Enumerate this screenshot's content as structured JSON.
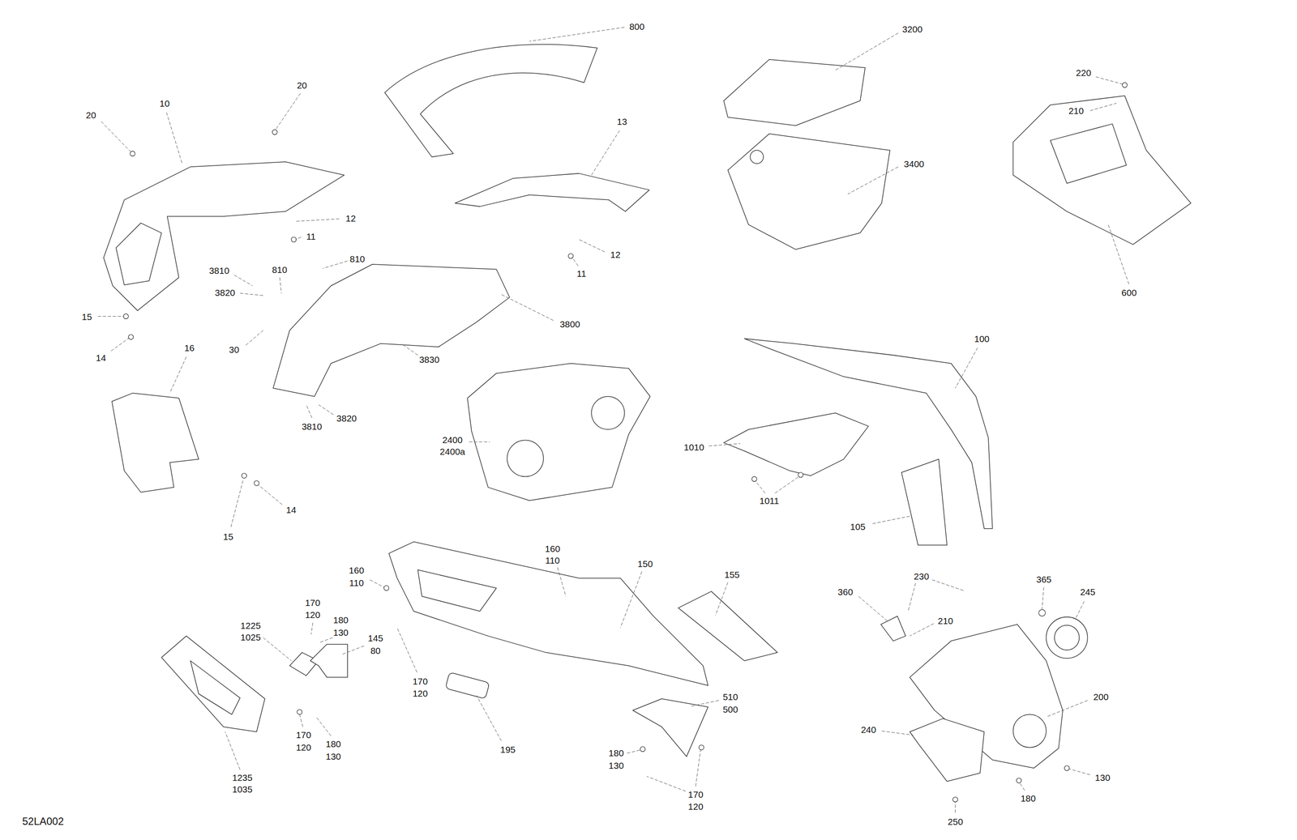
{
  "diagram": {
    "labels": [
      "800",
      "3200",
      "220",
      "20",
      "10",
      "20",
      "210",
      "13",
      "3400",
      "12",
      "11",
      "12",
      "810",
      "3810",
      "810",
      "11",
      "600",
      "3820",
      "15",
      "3800",
      "100",
      "16",
      "30",
      "14",
      "3830",
      "3820",
      "3810",
      "2400",
      "2400a",
      "1010",
      "1011",
      "14",
      "105",
      "15",
      "160",
      "110",
      "150",
      "160",
      "110",
      "155",
      "230",
      "365",
      "360",
      "245",
      "170",
      "120",
      "180",
      "130",
      "210",
      "1225",
      "1025",
      "145",
      "80",
      "170",
      "120",
      "510",
      "500",
      "200",
      "240",
      "170",
      "120",
      "180",
      "130",
      "195",
      "180",
      "130",
      "1235",
      "1035",
      "130",
      "170",
      "120",
      "180",
      "250",
      "52LA002"
    ]
  }
}
